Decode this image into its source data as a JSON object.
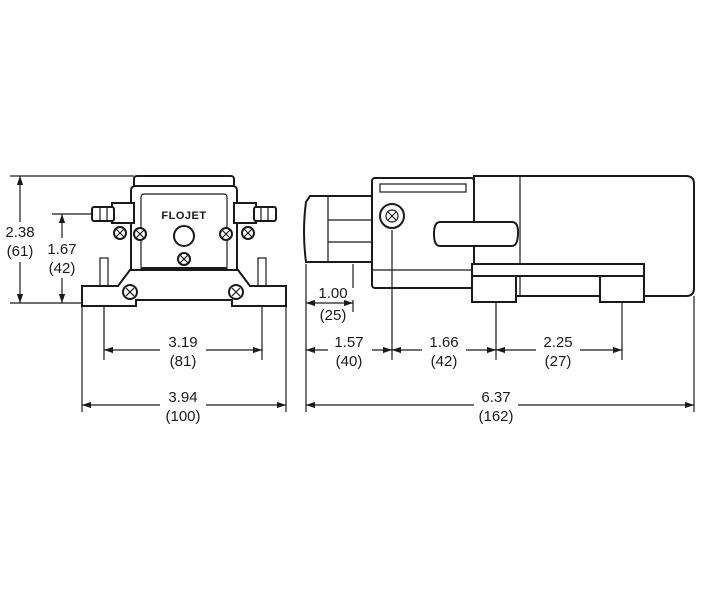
{
  "brand_logo": "FLOJET",
  "front_view": {
    "height_total": {
      "in": "2.38",
      "mm": "(61)"
    },
    "height_port": {
      "in": "1.67",
      "mm": "(42)"
    },
    "mount_spacing": {
      "in": "3.19",
      "mm": "(81)"
    },
    "width_total": {
      "in": "3.94",
      "mm": "(100)"
    }
  },
  "side_view": {
    "head_depth": {
      "in": "1.00",
      "mm": "(25)"
    },
    "dim_a": {
      "in": "1.57",
      "mm": "(40)"
    },
    "dim_b": {
      "in": "1.66",
      "mm": "(42)"
    },
    "dim_c": {
      "in": "2.25",
      "mm": "(27)"
    },
    "length_total": {
      "in": "6.37",
      "mm": "(162)"
    }
  }
}
